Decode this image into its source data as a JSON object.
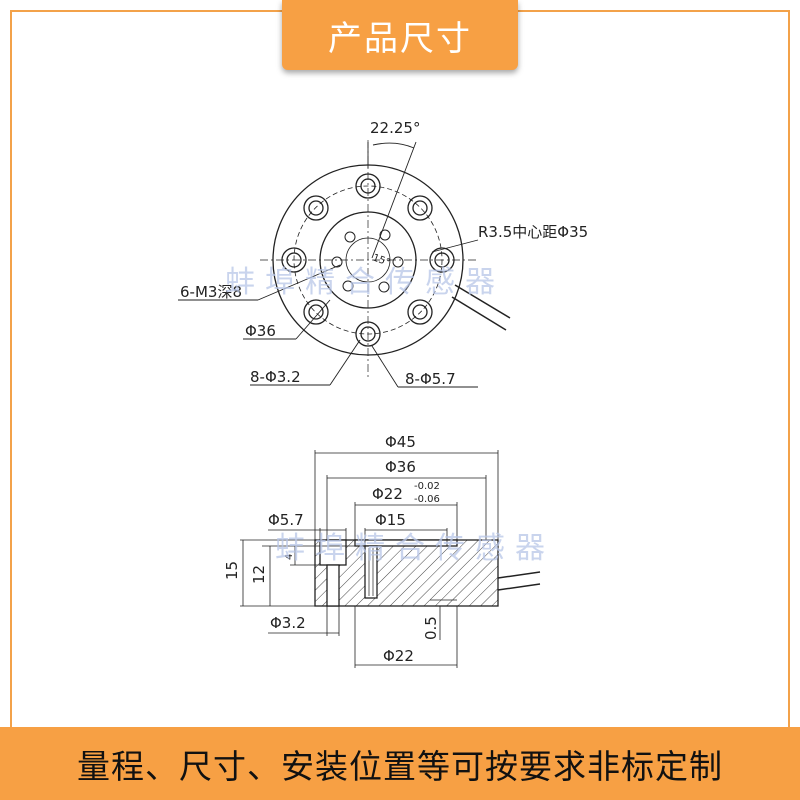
{
  "header": {
    "title": "产品尺寸"
  },
  "footer": {
    "text": "量程、尺寸、安装位置等可按要求非标定制"
  },
  "watermark": {
    "text": "蚌埠精合传感器"
  },
  "top_view": {
    "angle": "22.25°",
    "pcd": "R3.5中心距Φ35",
    "inner_angle": "15°",
    "threads": "6-M3深8",
    "dia36": "Φ36",
    "hole_small": "8-Φ3.2",
    "hole_large": "8-Φ5.7"
  },
  "side_view": {
    "d45": "Φ45",
    "d36": "Φ36",
    "d22": "Φ22",
    "tol_upper": "-0.02",
    "tol_lower": "-0.06",
    "d57": "Φ5.7",
    "d15": "Φ15",
    "h15": "15",
    "h12": "12",
    "h4": "4",
    "d32": "Φ3.2",
    "h05": "0.5",
    "d22_bottom": "Φ22"
  },
  "colors": {
    "accent": "#f7a044",
    "line": "#222222",
    "hatch": "#444444",
    "watermark": "#b8c6e8"
  }
}
